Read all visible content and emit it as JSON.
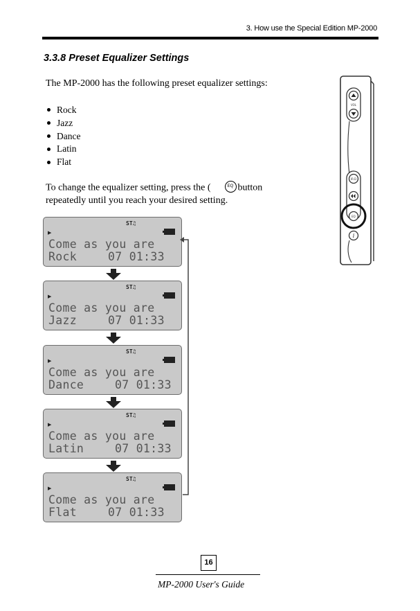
{
  "header": {
    "chapter": "3. How use the Special Edition MP-2000"
  },
  "section": {
    "title": "3.3.8 Preset Equalizer Settings"
  },
  "intro": "The MP-2000 has the following preset equalizer settings:",
  "presets": [
    "Rock",
    "Jazz",
    "Dance",
    "Latin",
    "Flat"
  ],
  "instruction": {
    "part1": "To change the equalizer setting, press the (",
    "button_label": "EQ",
    "part2": "button",
    "line2": "repeatedly until you reach your desired setting."
  },
  "lcd": {
    "status": "ST♫",
    "song": "Come as you are",
    "rows": [
      {
        "eq": "Rock",
        "time": "07 01:33"
      },
      {
        "eq": "Jazz",
        "time": "07 01:33"
      },
      {
        "eq": "Dance",
        "time": "07 01:33"
      },
      {
        "eq": "Latin",
        "time": "07 01:33"
      },
      {
        "eq": "Flat",
        "time": "07 01:33"
      }
    ]
  },
  "device": {
    "vol_label": "VOL",
    "button_labels": [
      "IR.D",
      "⏮",
      "EQ"
    ]
  },
  "page_number": "16",
  "footer": "MP-2000 User's Guide"
}
